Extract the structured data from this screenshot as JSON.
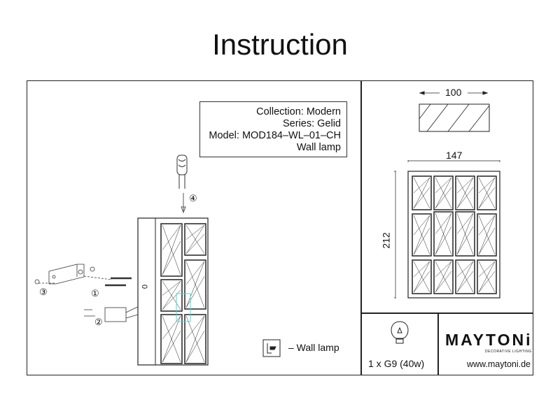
{
  "title": "Instruction",
  "info": {
    "collection": "Collection: Modern",
    "series": "Series: Gelid",
    "model": "Model: MOD184–WL–01–CH",
    "type": "Wall lamp"
  },
  "dimensions": {
    "depth": "100",
    "width": "147",
    "height": "212"
  },
  "steps": [
    "①",
    "②",
    "③",
    "④"
  ],
  "switch_mark": "0",
  "legend": {
    "icon": "wall-lamp-icon",
    "label": "– Wall lamp"
  },
  "bulb": {
    "icon": "light-bulb-icon",
    "spec": "1 x G9 (40w)"
  },
  "brand": {
    "name": "MAYTONi",
    "tagline": "DECORATIVE LIGHTING",
    "website": "www.maytoni.de"
  }
}
